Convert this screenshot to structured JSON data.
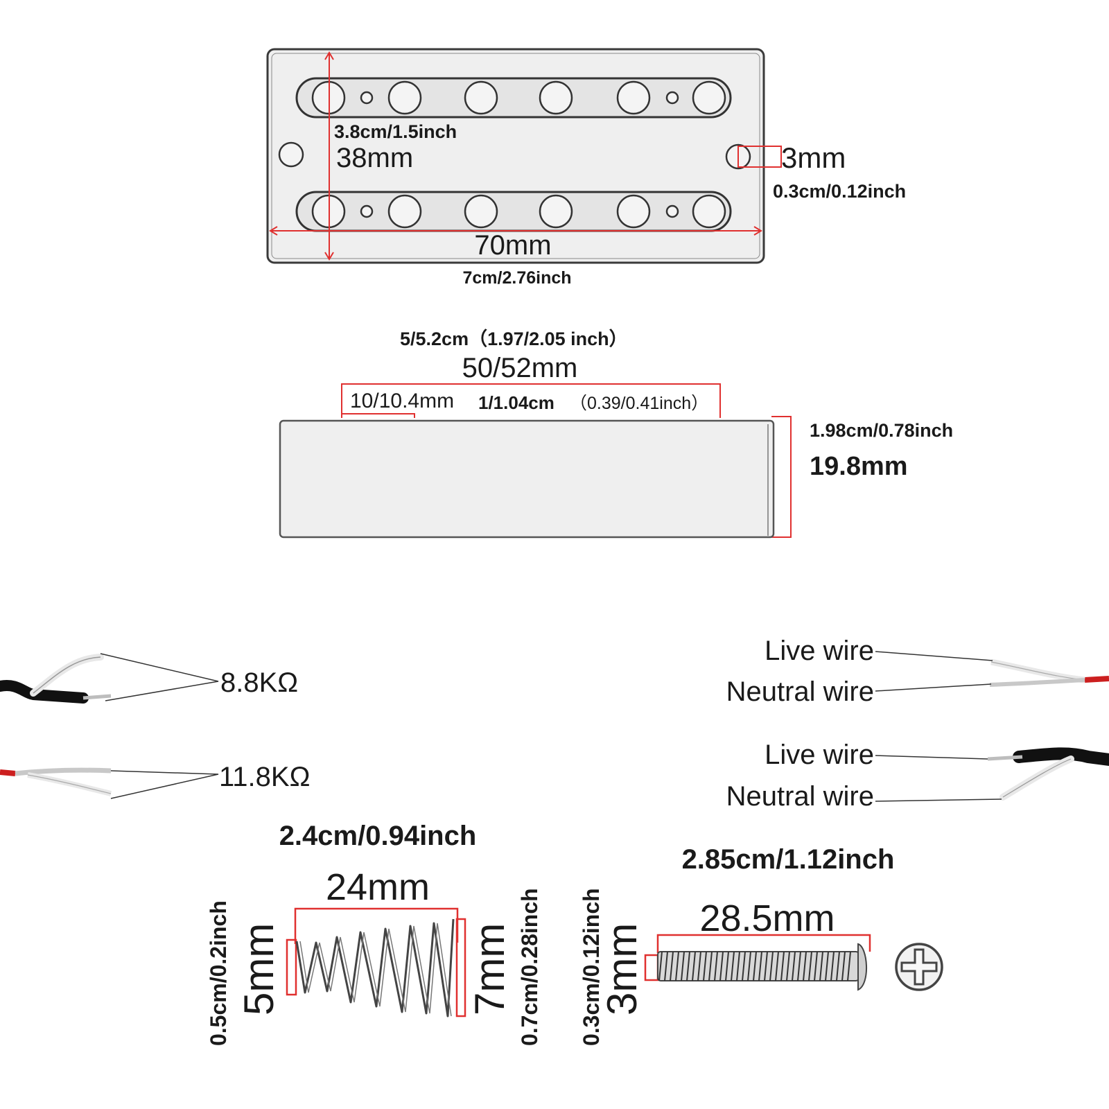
{
  "top_plate": {
    "height_imperial": "3.8cm/1.5inch",
    "height_mm": "38mm",
    "hole_mm": "3mm",
    "hole_imperial": "0.3cm/0.12inch",
    "width_mm": "70mm",
    "width_imperial": "7cm/2.76inch"
  },
  "cover": {
    "width_imperial": "5/5.2cm（1.97/2.05 inch）",
    "width_mm": "50/52mm",
    "inner_mm": "10/10.4mm",
    "inner_cm": "1/1.04cm",
    "inner_inch": "（0.39/0.41inch）",
    "height_imperial": "1.98cm/0.78inch",
    "height_mm": "19.8mm"
  },
  "wires": {
    "resistance_1": "8.8KΩ",
    "resistance_2": "11.8KΩ",
    "live_1": "Live wire",
    "neutral_1": "Neutral wire",
    "live_2": "Live wire",
    "neutral_2": "Neutral wire",
    "colors": {
      "jacket": "#111111",
      "live_tip": "#cc1f1f",
      "strand": "#bdbdbd"
    }
  },
  "spring": {
    "length_imperial": "2.4cm/0.94inch",
    "length_mm": "24mm",
    "small_diameter_imperial": "0.5cm/0.2inch",
    "small_diameter_mm": "5mm",
    "large_diameter_mm": "7mm",
    "large_diameter_imperial": "0.7cm/0.28inch"
  },
  "screw": {
    "length_imperial": "2.85cm/1.12inch",
    "length_mm": "28.5mm",
    "diameter_imperial": "0.3cm/0.12inch",
    "diameter_mm": "3mm",
    "head_icon": "phillips-head-icon"
  },
  "colors": {
    "dimension_line": "#e0302f",
    "outline": "#333333",
    "fill": "#eeeeee"
  }
}
